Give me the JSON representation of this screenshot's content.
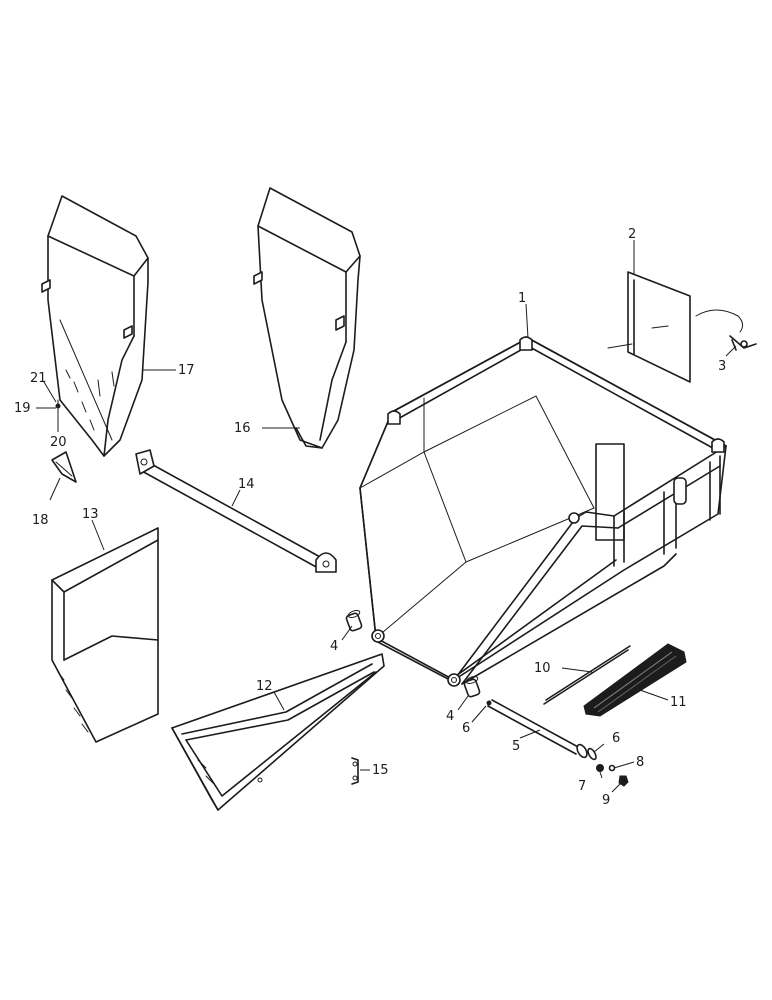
{
  "parts": [
    {
      "id": "p1",
      "number": "1"
    },
    {
      "id": "p2",
      "number": "2"
    },
    {
      "id": "p3",
      "number": "3"
    },
    {
      "id": "p4a",
      "number": "4"
    },
    {
      "id": "p4b",
      "number": "4"
    },
    {
      "id": "p5",
      "number": "5"
    },
    {
      "id": "p6a",
      "number": "6"
    },
    {
      "id": "p6b",
      "number": "6"
    },
    {
      "id": "p7",
      "number": "7"
    },
    {
      "id": "p8",
      "number": "8"
    },
    {
      "id": "p9",
      "number": "9"
    },
    {
      "id": "p10",
      "number": "10"
    },
    {
      "id": "p11",
      "number": "11"
    },
    {
      "id": "p12",
      "number": "12"
    },
    {
      "id": "p13",
      "number": "13"
    },
    {
      "id": "p14",
      "number": "14"
    },
    {
      "id": "p15",
      "number": "15"
    },
    {
      "id": "p16",
      "number": "16"
    },
    {
      "id": "p17",
      "number": "17"
    },
    {
      "id": "p18",
      "number": "18"
    },
    {
      "id": "p19",
      "number": "19"
    },
    {
      "id": "p20",
      "number": "20"
    },
    {
      "id": "p21",
      "number": "21"
    }
  ]
}
